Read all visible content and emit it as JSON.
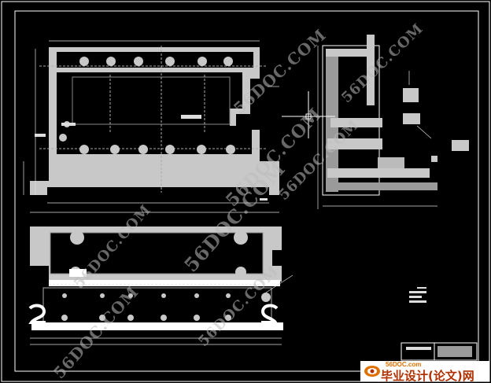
{
  "drawing": {
    "watermark_text": "56DOC.COM",
    "background": "#000000",
    "line_color": "#ffffff"
  },
  "footer": {
    "site": "56DOC.com",
    "label": "毕业设计(论文)网",
    "accent": "#e07000",
    "label_color": "#b03000"
  }
}
